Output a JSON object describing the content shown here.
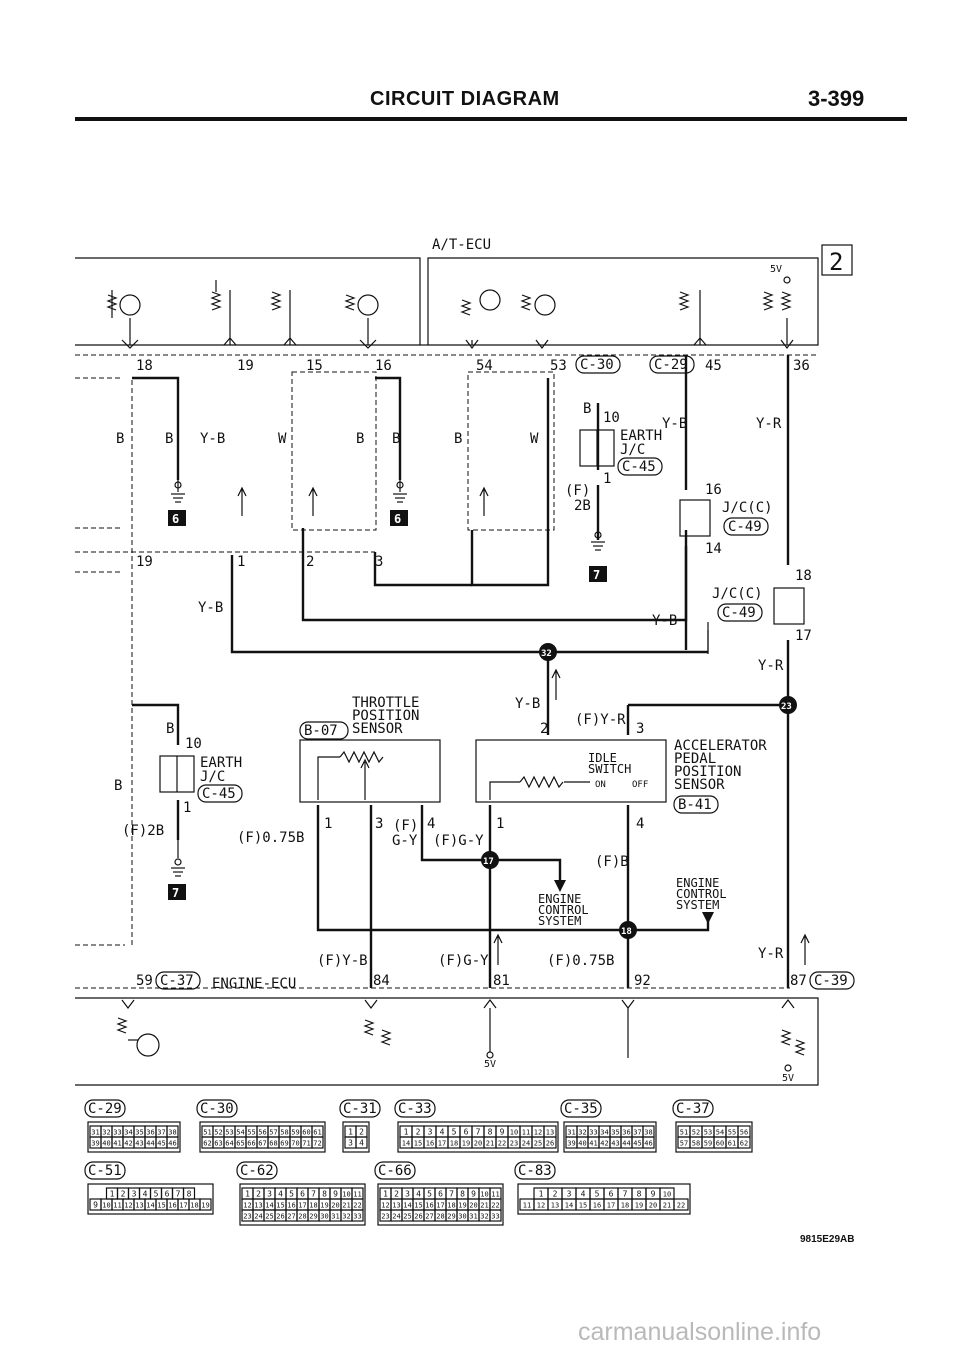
{
  "header": {
    "title": "CIRCUIT DIAGRAM",
    "page": "3-399"
  },
  "sheet_number": "2",
  "ecu_labels": {
    "at_ecu": "A/T-ECU",
    "engine_ecu": "ENGINE-ECU",
    "supply_5v": "5V"
  },
  "at_ecu_pins": [
    "18",
    "19",
    "15",
    "16",
    "54",
    "53",
    "45",
    "36"
  ],
  "at_ecu_connectors": [
    "C-30",
    "C-29"
  ],
  "wire_colors": {
    "b": "B",
    "yb": "Y-B",
    "w": "W",
    "yr": "Y-R",
    "f_yr": "(F)Y-R",
    "f_yb": "(F)Y-B",
    "f_gy": "(F)G-Y",
    "f_gy2": "G-Y",
    "f_paren": "(F)",
    "f_075b": "(F)0.75B",
    "f_b": "(F)B",
    "f_2b": "(F)2B",
    "f_2b_label": "2B",
    "f": "(F)"
  },
  "ground_markers": [
    "6",
    "6",
    "7",
    "7"
  ],
  "junctions": {
    "earth_jc_upper": {
      "name": "EARTH",
      "name2": "J/C",
      "conn": "C-45",
      "top_pin": "10",
      "bottom_pin": "1",
      "left_wire": "B"
    },
    "earth_jc_lower": {
      "name": "EARTH",
      "name2": "J/C",
      "conn": "C-45",
      "top_pin": "10",
      "bottom_pin": "1"
    },
    "jc_c_1": {
      "name": "J/C(C)",
      "conn": "C-49",
      "top_pin": "16",
      "bottom_pin": "14"
    },
    "jc_c_2": {
      "name": "J/C(C)",
      "conn": "C-49",
      "top_pin": "18",
      "bottom_pin": "17"
    }
  },
  "intermediate_pins": [
    "19",
    "1",
    "2",
    "3"
  ],
  "splices": [
    "32",
    "23",
    "17",
    "18"
  ],
  "throttle_sensor": {
    "line1": "THROTTLE",
    "line2": "POSITION",
    "line3": "SENSOR",
    "conn": "B-07",
    "pins": [
      "1",
      "3",
      "4"
    ]
  },
  "accel_sensor": {
    "line1": "ACCELERATOR",
    "line2": "PEDAL",
    "line3": "POSITION",
    "line4": "SENSOR",
    "conn": "B-41",
    "pins": [
      "2",
      "3",
      "1",
      "4"
    ],
    "idle1": "IDLE",
    "idle2": "SWITCH",
    "on": "ON",
    "off": "OFF"
  },
  "engine_control": {
    "line1": "ENGINE",
    "line2": "CONTROL",
    "line3": "SYSTEM"
  },
  "engine_ecu_pins": [
    "59",
    "84",
    "81",
    "92",
    "87"
  ],
  "engine_ecu_connectors": [
    "C-37",
    "C-39"
  ],
  "connector_legend": {
    "c29": {
      "label": "C-29",
      "row1": [
        "31",
        "32",
        "33",
        "34",
        "35",
        "36",
        "37",
        "38"
      ],
      "row2": [
        "39",
        "40",
        "41",
        "42",
        "43",
        "44",
        "45",
        "46"
      ]
    },
    "c30": {
      "label": "C-30",
      "row1": [
        "51",
        "52",
        "53",
        "54",
        "55",
        "56",
        "57",
        "58",
        "59",
        "60",
        "61"
      ],
      "row2": [
        "62",
        "63",
        "64",
        "65",
        "66",
        "67",
        "68",
        "69",
        "70",
        "71",
        "72"
      ]
    },
    "c31": {
      "label": "C-31",
      "row1": [
        "1",
        "2"
      ],
      "row2": [
        "3",
        "4"
      ]
    },
    "c33": {
      "label": "C-33",
      "row1": [
        "1",
        "2",
        "3",
        "4",
        "5",
        "6",
        "7",
        "8",
        "9",
        "10",
        "11",
        "12",
        "13"
      ],
      "row2": [
        "14",
        "15",
        "16",
        "17",
        "18",
        "19",
        "20",
        "21",
        "22",
        "23",
        "24",
        "25",
        "26"
      ]
    },
    "c35": {
      "label": "C-35",
      "row1": [
        "31",
        "32",
        "33",
        "34",
        "35",
        "36",
        "37",
        "38"
      ],
      "row2": [
        "39",
        "40",
        "41",
        "42",
        "43",
        "44",
        "45",
        "46"
      ]
    },
    "c37": {
      "label": "C-37",
      "row1": [
        "51",
        "52",
        "53",
        "54",
        "55",
        "56"
      ],
      "row2": [
        "57",
        "58",
        "59",
        "60",
        "61",
        "62"
      ]
    },
    "c51": {
      "label": "C-51",
      "row1": [
        "1",
        "2",
        "3",
        "4",
        "5",
        "6",
        "7",
        "8"
      ],
      "row2": [
        "9",
        "10",
        "11",
        "12",
        "13",
        "14",
        "15",
        "16",
        "17",
        "18",
        "19"
      ]
    },
    "c62": {
      "label": "C-62",
      "row1": [
        "1",
        "2",
        "3",
        "4",
        "5",
        "6",
        "7",
        "8",
        "9",
        "10",
        "11"
      ],
      "row2": [
        "12",
        "13",
        "14",
        "15",
        "16",
        "17",
        "18",
        "19",
        "20",
        "21",
        "22"
      ],
      "row3": [
        "23",
        "24",
        "25",
        "26",
        "27",
        "28",
        "29",
        "30",
        "31",
        "32",
        "33"
      ]
    },
    "c66": {
      "label": "C-66",
      "row1": [
        "1",
        "2",
        "3",
        "4",
        "5",
        "6",
        "7",
        "8",
        "9",
        "10",
        "11"
      ],
      "row2": [
        "12",
        "13",
        "14",
        "15",
        "16",
        "17",
        "18",
        "19",
        "20",
        "21",
        "22"
      ],
      "row3": [
        "23",
        "24",
        "25",
        "26",
        "27",
        "28",
        "29",
        "30",
        "31",
        "32",
        "33"
      ]
    },
    "c83": {
      "label": "C-83",
      "row1": [
        "1",
        "2",
        "3",
        "4",
        "5",
        "6",
        "7",
        "8",
        "9",
        "10"
      ],
      "row2": [
        "11",
        "12",
        "13",
        "14",
        "15",
        "16",
        "17",
        "18",
        "19",
        "20",
        "21",
        "22"
      ]
    }
  },
  "figure_code": "9815E29AB",
  "watermark": "carmanualsonline.info"
}
